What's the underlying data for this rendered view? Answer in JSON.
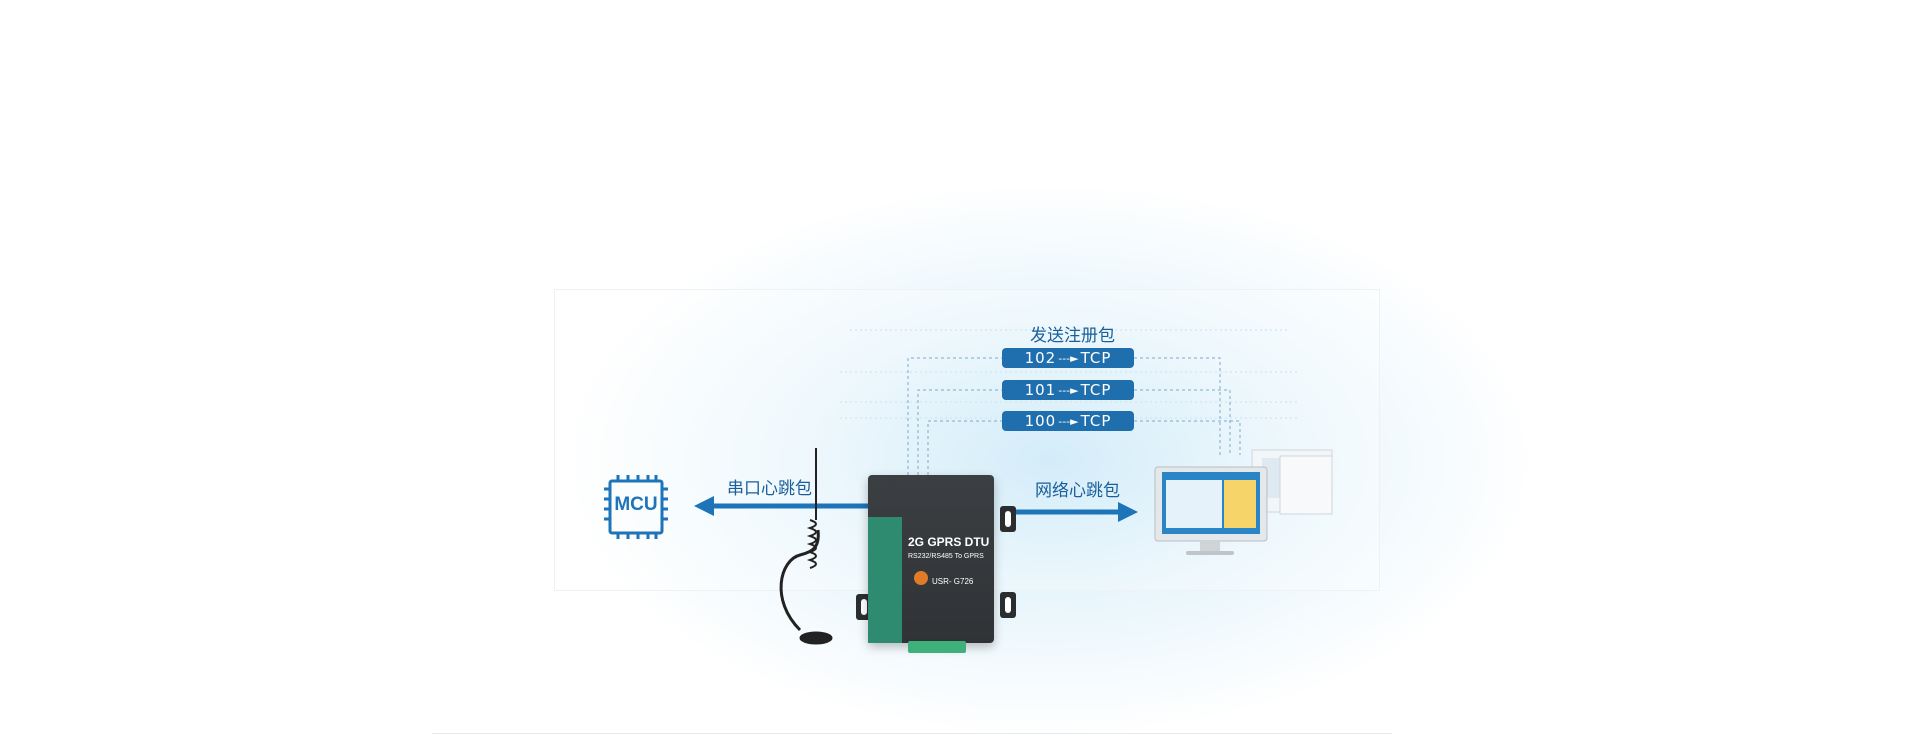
{
  "diagram": {
    "title": "发送注册包",
    "serial_heartbeat": "串口心跳包",
    "network_heartbeat": "网络心跳包",
    "mcu_label": "MCU",
    "packets": [
      {
        "id": "102",
        "dest": "TCP"
      },
      {
        "id": "101",
        "dest": "TCP"
      },
      {
        "id": "100",
        "dest": "TCP"
      }
    ],
    "device": {
      "title": "2G GPRS DTU",
      "subtitle": "RS232/RS485 To GPRS",
      "model": "USR- G726"
    }
  },
  "colors": {
    "primary_blue": "#1f6fae",
    "arrow_blue": "#1d74b8",
    "device_green": "#2e8b6f",
    "device_body": "#353a3d"
  }
}
